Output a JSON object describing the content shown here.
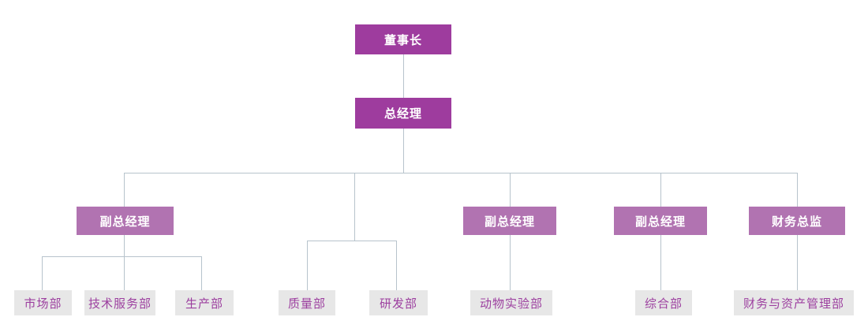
{
  "chart": {
    "type": "org-chart",
    "background": "#FFFFFF"
  },
  "colors": {
    "level_top_fill": "#9E3C9E",
    "level_mid_fill": "#B173B1",
    "dept_fill": "#E7E7E7",
    "dept_text": "#9C3F9F",
    "node_text": "#FFFFFF",
    "connector": "#B7C3CC"
  },
  "nodes": [
    {
      "id": "chairman",
      "label": "董事长",
      "level": 1,
      "parent": null
    },
    {
      "id": "general-manager",
      "label": "总经理",
      "level": 2,
      "parent": "chairman"
    },
    {
      "id": "vp-1",
      "label": "副总经理",
      "level": 3,
      "parent": "general-manager"
    },
    {
      "id": "vp-2",
      "label": "副总经理",
      "level": 3,
      "parent": "general-manager"
    },
    {
      "id": "vp-3",
      "label": "副总经理",
      "level": 3,
      "parent": "general-manager"
    },
    {
      "id": "finance-director",
      "label": "财务总监",
      "level": 3,
      "parent": "general-manager"
    },
    {
      "id": "dept-marketing",
      "label": "市场部",
      "level": 4,
      "parent": "vp-1"
    },
    {
      "id": "dept-tech-service",
      "label": "技术服务部",
      "level": 4,
      "parent": "vp-1"
    },
    {
      "id": "dept-production",
      "label": "生产部",
      "level": 4,
      "parent": "vp-1"
    },
    {
      "id": "dept-quality",
      "label": "质量部",
      "level": 4,
      "parent": "general-manager"
    },
    {
      "id": "dept-rnd",
      "label": "研发部",
      "level": 4,
      "parent": "general-manager"
    },
    {
      "id": "dept-animal-lab",
      "label": "动物实验部",
      "level": 4,
      "parent": "vp-2"
    },
    {
      "id": "dept-general-affairs",
      "label": "综合部",
      "level": 4,
      "parent": "vp-3"
    },
    {
      "id": "dept-finance-assets",
      "label": "财务与资产管理部",
      "level": 4,
      "parent": "finance-director"
    }
  ]
}
